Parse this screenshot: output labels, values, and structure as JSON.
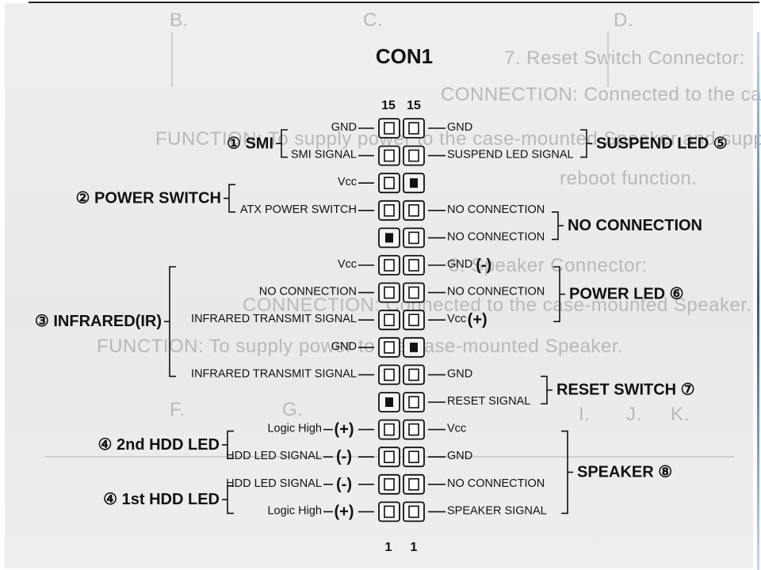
{
  "title": "CON1",
  "pin_numbers": {
    "top_left": "15",
    "top_right": "15",
    "bottom_left": "1",
    "bottom_right": "1"
  },
  "background_text": [
    "B.",
    "C.",
    "D.",
    "7. Reset Switch Connector:",
    "CONNECTION: Connected to the case-mounted \"Reset Switch\".",
    "FUNCTION: To supply power to the case-mounted Speaker and support system",
    "reboot function.",
    "8. Speaker Connector:",
    "CONNECTION: Connected to the case-mounted Speaker.",
    "FUNCTION: To supply power to the case-mounted Speaker.",
    "F.",
    "G.",
    "I.",
    "J.",
    "K."
  ],
  "rows": [
    {
      "left": "GND",
      "left_sign": "",
      "right": "GND",
      "right_sign": "",
      "left_pin": "empty",
      "right_pin": "empty"
    },
    {
      "left": "SMI SIGNAL",
      "left_sign": "",
      "right": "SUSPEND LED SIGNAL",
      "right_sign": "",
      "left_pin": "empty",
      "right_pin": "empty"
    },
    {
      "left": "Vcc",
      "left_sign": "",
      "right": "",
      "right_sign": "",
      "left_pin": "empty",
      "right_pin": "filled"
    },
    {
      "left": "ATX POWER SWITCH",
      "left_sign": "",
      "right": "NO CONNECTION",
      "right_sign": "",
      "left_pin": "empty",
      "right_pin": "empty"
    },
    {
      "left": "",
      "left_sign": "",
      "right": "NO CONNECTION",
      "right_sign": "",
      "left_pin": "filled",
      "right_pin": "empty"
    },
    {
      "left": "Vcc",
      "left_sign": "",
      "right": "GND",
      "right_sign": "(-)",
      "left_pin": "empty",
      "right_pin": "empty"
    },
    {
      "left": "NO CONNECTION",
      "left_sign": "",
      "right": "NO CONNECTION",
      "right_sign": "",
      "left_pin": "empty",
      "right_pin": "empty"
    },
    {
      "left": "INFRARED TRANSMIT SIGNAL",
      "left_sign": "",
      "right": "Vcc",
      "right_sign": "(+)",
      "left_pin": "empty",
      "right_pin": "empty"
    },
    {
      "left": "GND",
      "left_sign": "",
      "right": "",
      "right_sign": "",
      "left_pin": "empty",
      "right_pin": "filled"
    },
    {
      "left": "INFRARED TRANSMIT SIGNAL",
      "left_sign": "",
      "right": "GND",
      "right_sign": "",
      "left_pin": "empty",
      "right_pin": "empty"
    },
    {
      "left": "",
      "left_sign": "",
      "right": "RESET SIGNAL",
      "right_sign": "",
      "left_pin": "filled",
      "right_pin": "empty"
    },
    {
      "left": "Logic High",
      "left_sign": "(+)",
      "right": "Vcc",
      "right_sign": "",
      "left_pin": "empty",
      "right_pin": "empty"
    },
    {
      "left": "HDD LED SIGNAL",
      "left_sign": "(-)",
      "right": "GND",
      "right_sign": "",
      "left_pin": "empty",
      "right_pin": "empty"
    },
    {
      "left": "HDD LED SIGNAL",
      "left_sign": "(-)",
      "right": "NO CONNECTION",
      "right_sign": "",
      "left_pin": "empty",
      "right_pin": "empty"
    },
    {
      "left": "Logic High",
      "left_sign": "(+)",
      "right": "SPEAKER SIGNAL",
      "right_sign": "",
      "left_pin": "empty",
      "right_pin": "empty"
    }
  ],
  "left_groups": [
    {
      "label": "① SMI",
      "rows": [
        0,
        1
      ]
    },
    {
      "label": "② POWER SWITCH",
      "rows": [
        2,
        3
      ]
    },
    {
      "label": "③ INFRARED(IR)",
      "rows": [
        5,
        9
      ]
    },
    {
      "label": "④ 2nd HDD LED",
      "rows": [
        11,
        12
      ]
    },
    {
      "label": "④ 1st HDD LED",
      "rows": [
        13,
        14
      ]
    }
  ],
  "right_groups": [
    {
      "label": "SUSPEND LED ⑤",
      "rows": [
        0,
        1
      ]
    },
    {
      "label": "NO CONNECTION",
      "rows": [
        3,
        4
      ]
    },
    {
      "label": "POWER LED ⑥",
      "rows": [
        5,
        7
      ]
    },
    {
      "label": "RESET SWITCH ⑦",
      "rows": [
        9,
        10
      ]
    },
    {
      "label": "SPEAKER ⑧",
      "rows": [
        11,
        14
      ]
    }
  ]
}
